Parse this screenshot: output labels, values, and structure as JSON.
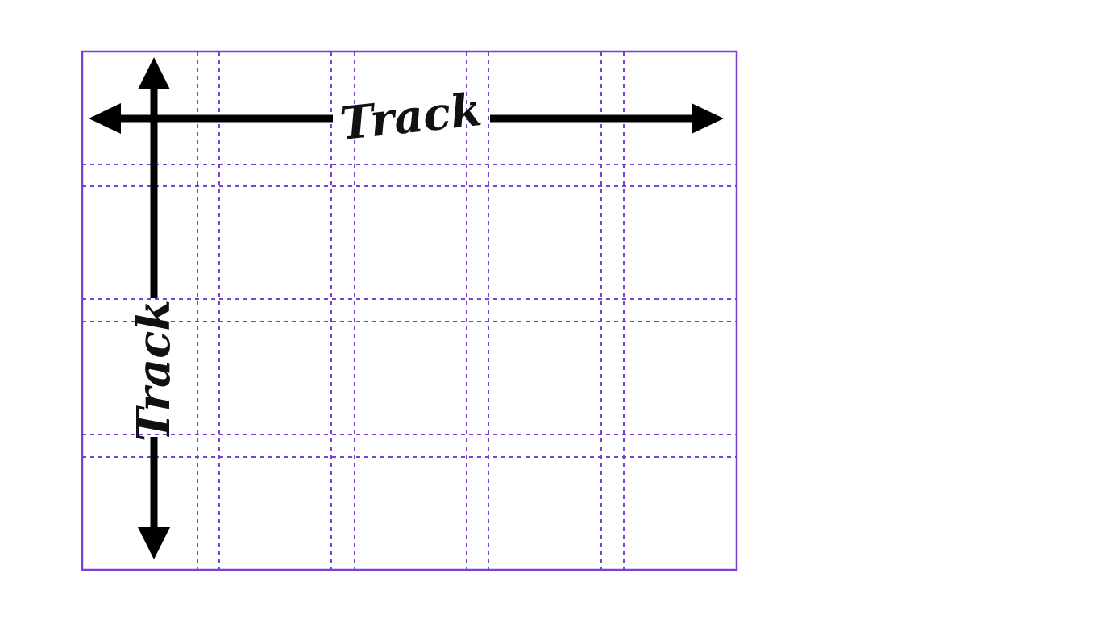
{
  "colors": {
    "background": "#ffffff",
    "grid_line": "#7b3fd6",
    "arrow": "#000000",
    "label": "#111111"
  },
  "grid": {
    "columns": 5,
    "rows": 4,
    "line_style": "dashed"
  },
  "labels": {
    "horizontal_track": "Track",
    "vertical_track": "Track"
  }
}
